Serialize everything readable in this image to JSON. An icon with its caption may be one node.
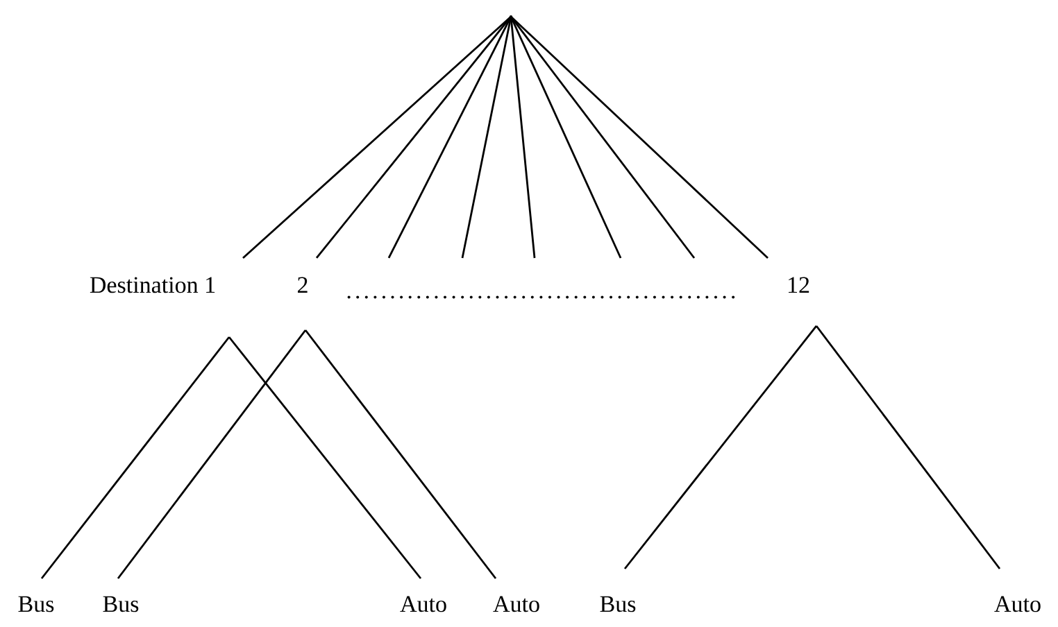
{
  "diagram": {
    "nodes": [
      {
        "text": [],
        "shape": "point"
      },
      {
        "text": [
          "Destination 1"
        ]
      },
      {
        "text": [
          "2"
        ]
      },
      {
        "text": [
          "12"
        ]
      },
      {
        "text": [
          "Bus"
        ]
      },
      {
        "text": [
          "Bus"
        ]
      },
      {
        "text": [
          "Auto"
        ]
      },
      {
        "text": [
          "Auto"
        ]
      },
      {
        "text": [
          "Bus"
        ]
      },
      {
        "text": [
          "Auto"
        ]
      }
    ],
    "edges": [
      {
        "from": 0,
        "to": 1,
        "arrow": "none"
      },
      {
        "from": 0,
        "to": 2,
        "arrow": "none"
      },
      {
        "from": 0,
        "to": null,
        "arrow": "none"
      },
      {
        "from": 0,
        "to": null,
        "arrow": "none"
      },
      {
        "from": 0,
        "to": null,
        "arrow": "none"
      },
      {
        "from": 0,
        "to": null,
        "arrow": "none"
      },
      {
        "from": 0,
        "to": null,
        "arrow": "none"
      },
      {
        "from": 0,
        "to": 3,
        "arrow": "none"
      },
      {
        "from": 1,
        "to": 4,
        "arrow": "none"
      },
      {
        "from": 1,
        "to": 6,
        "arrow": "none"
      },
      {
        "from": 2,
        "to": 5,
        "arrow": "none"
      },
      {
        "from": 2,
        "to": 7,
        "arrow": "none"
      },
      {
        "from": 3,
        "to": 8,
        "arrow": "none"
      },
      {
        "from": 3,
        "to": 9,
        "arrow": "none"
      }
    ],
    "labels": [
      "............................................."
    ]
  }
}
